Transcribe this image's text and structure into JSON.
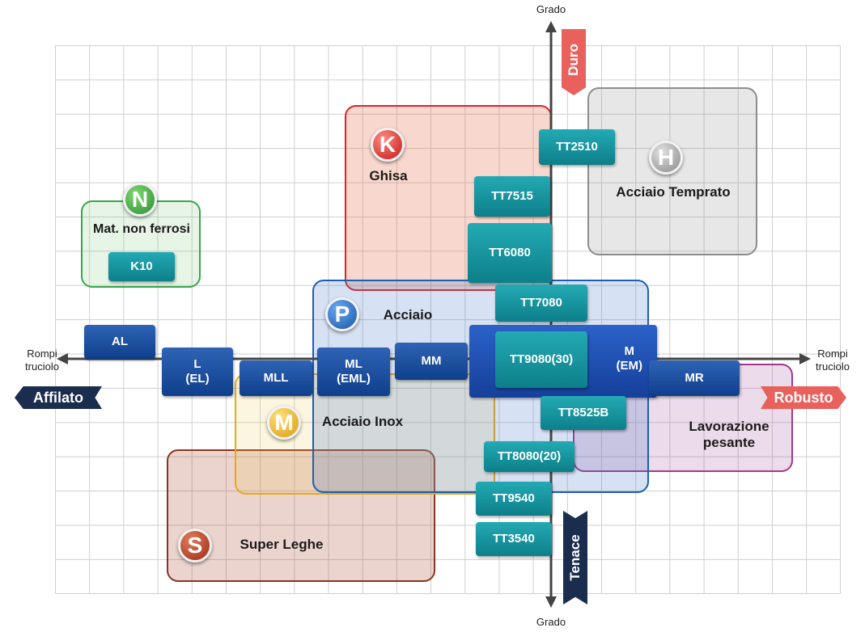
{
  "axes": {
    "top_label": "Grado",
    "bottom_label": "Grado",
    "left_label": "Rompi\ntruciolo",
    "right_label": "Rompi\ntruciolo",
    "tag_top": "Duro",
    "tag_bottom": "Tenace",
    "tag_left": "Affilato",
    "tag_right": "Robusto"
  },
  "regions": {
    "N": {
      "letter": "N",
      "label": "Mat. non ferrosi",
      "color": "#3aa64b"
    },
    "K": {
      "letter": "K",
      "label": "Ghisa",
      "color": "#d92626"
    },
    "H": {
      "letter": "H",
      "label": "Acciaio Temprato",
      "color": "#8c8c8c"
    },
    "P": {
      "letter": "P",
      "label": "Acciaio",
      "color": "#1b5fb3"
    },
    "M": {
      "letter": "M",
      "label": "Acciaio Inox",
      "color": "#e8a818"
    },
    "S": {
      "letter": "S",
      "label": "Super Leghe",
      "color": "#a63a22"
    },
    "heavy": {
      "label": "Lavorazione pesante",
      "color": "#a03a8c"
    }
  },
  "chipbreakers": {
    "AL": "AL",
    "L": "L\n(EL)",
    "MLL": "MLL",
    "ML": "ML\n(EML)",
    "MM": "MM",
    "M": "M\n(EM)",
    "MR": "MR"
  },
  "grades": {
    "K10": "K10",
    "TT2510": "TT2510",
    "TT7515": "TT7515",
    "TT6080": "TT6080",
    "TT7080": "TT7080",
    "TT9080": "TT9080(30)",
    "TT8525B": "TT8525B",
    "TT8080": "TT8080(20)",
    "TT9540": "TT9540",
    "TT3540": "TT3540"
  }
}
